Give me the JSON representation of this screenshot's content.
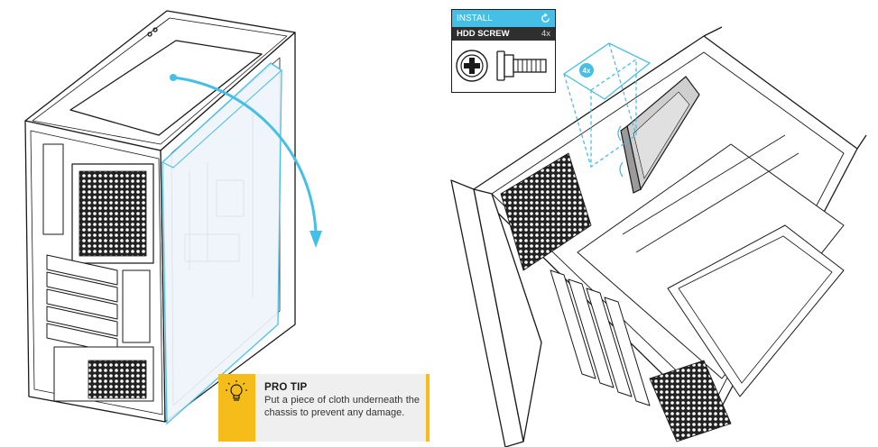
{
  "install_panel": {
    "header": "INSTALL",
    "screw_label": "HDD SCREW",
    "screw_count": "4x"
  },
  "callout": {
    "quantity": "4x"
  },
  "pro_tip": {
    "title": "PRO TIP",
    "body": "Put a piece of cloth underneath the chassis to prevent any damage."
  },
  "colors": {
    "accent_blue": "#45bfe6",
    "tip_yellow": "#f6bd1a",
    "panel_glass": "#eef5fb",
    "line": "#1a1a1a"
  },
  "icons": [
    "refresh-icon",
    "lightbulb-icon",
    "screw-head-icon",
    "screw-side-icon",
    "rotate-arrow-icon"
  ]
}
